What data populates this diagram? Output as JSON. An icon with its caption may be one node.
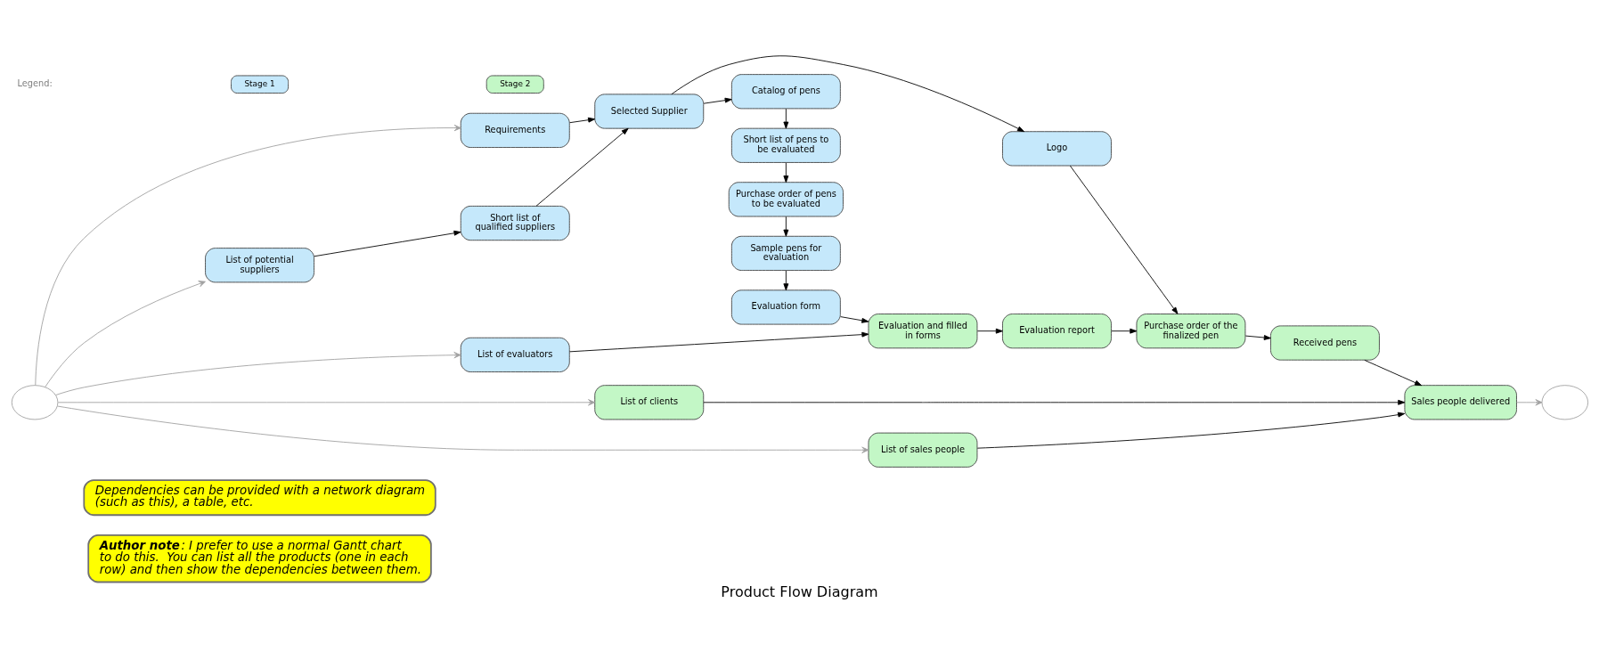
{
  "diagram": {
    "caption": "Product Flow Diagram",
    "nodes": [
      {
        "text": [],
        "shape": "circle"
      },
      {
        "text": [
          "Requirements"
        ]
      },
      {
        "text": [
          "List of potential suppliers"
        ]
      },
      {
        "text": [
          "Short list of qualified suppliers"
        ]
      },
      {
        "text": [
          "Selected Supplier"
        ]
      },
      {
        "text": [
          "Logo"
        ]
      },
      {
        "text": [
          "Catalog of pens"
        ]
      },
      {
        "text": [
          "Short list of pens to be evaluated"
        ]
      },
      {
        "text": [
          "Purchase order of pens to be evaluated"
        ]
      },
      {
        "text": [
          "Sample pens for evaluation"
        ]
      },
      {
        "text": [
          "Evaluation form"
        ]
      },
      {
        "text": [
          "List of evaluators"
        ]
      },
      {
        "text": [
          "Evaluation and filled in forms"
        ]
      },
      {
        "text": [
          "Evaluation report"
        ]
      },
      {
        "text": [
          "Purchase order of the finalized pen"
        ]
      },
      {
        "text": [
          "Received pens"
        ]
      },
      {
        "text": [
          "List of clients"
        ]
      },
      {
        "text": [
          "List of sales people"
        ]
      },
      {
        "text": [
          "Sales people delivered"
        ]
      },
      {
        "text": [],
        "shape": "circle"
      }
    ],
    "edges": [
      {
        "from": 0,
        "to": 1,
        "arrow": "to",
        "color": "#a0a0a0"
      },
      {
        "from": 0,
        "to": 2,
        "arrow": "to",
        "color": "#a0a0a0"
      },
      {
        "from": 0,
        "to": 11,
        "arrow": "to",
        "color": "#a0a0a0"
      },
      {
        "from": 0,
        "to": 16,
        "arrow": "to",
        "color": "#a0a0a0"
      },
      {
        "from": 0,
        "to": 17,
        "arrow": "to",
        "color": "#a0a0a0"
      },
      {
        "from": 2,
        "to": 3,
        "arrow": "to"
      },
      {
        "from": 1,
        "to": 4,
        "arrow": "to"
      },
      {
        "from": 3,
        "to": 4,
        "arrow": "to"
      },
      {
        "from": 4,
        "to": 5,
        "arrow": "to"
      },
      {
        "from": 4,
        "to": 6,
        "arrow": "to"
      },
      {
        "from": 6,
        "to": 7,
        "arrow": "to"
      },
      {
        "from": 7,
        "to": 8,
        "arrow": "to"
      },
      {
        "from": 8,
        "to": 9,
        "arrow": "to"
      },
      {
        "from": 9,
        "to": 10,
        "arrow": "to"
      },
      {
        "from": 10,
        "to": 12,
        "arrow": "to"
      },
      {
        "from": 11,
        "to": 12,
        "arrow": "to"
      },
      {
        "from": 12,
        "to": 13,
        "arrow": "to"
      },
      {
        "from": 5,
        "to": 14,
        "arrow": "to"
      },
      {
        "from": 13,
        "to": 14,
        "arrow": "to"
      },
      {
        "from": 14,
        "to": 15,
        "arrow": "to"
      },
      {
        "from": 15,
        "to": 18,
        "arrow": "to"
      },
      {
        "from": 16,
        "to": 18,
        "arrow": "to"
      },
      {
        "from": 17,
        "to": 18,
        "arrow": "to"
      },
      {
        "from": 18,
        "to": 19,
        "arrow": "to",
        "color": "#a0a0a0"
      }
    ],
    "labels": [
      "Dependencies can be provided with a network diagram (such as this), a table, etc.",
      "Legend:",
      "**Author note**: I prefer to use a normal Gantt chart to do this.  You can list all the products (one in each row) and then show the dependencies between them."
    ],
    "legend": [
      {
        "text": "Stage 1",
        "color": "#c5e8fb"
      },
      {
        "text": "Stage 2",
        "color": "#c3f7c6"
      }
    ]
  }
}
